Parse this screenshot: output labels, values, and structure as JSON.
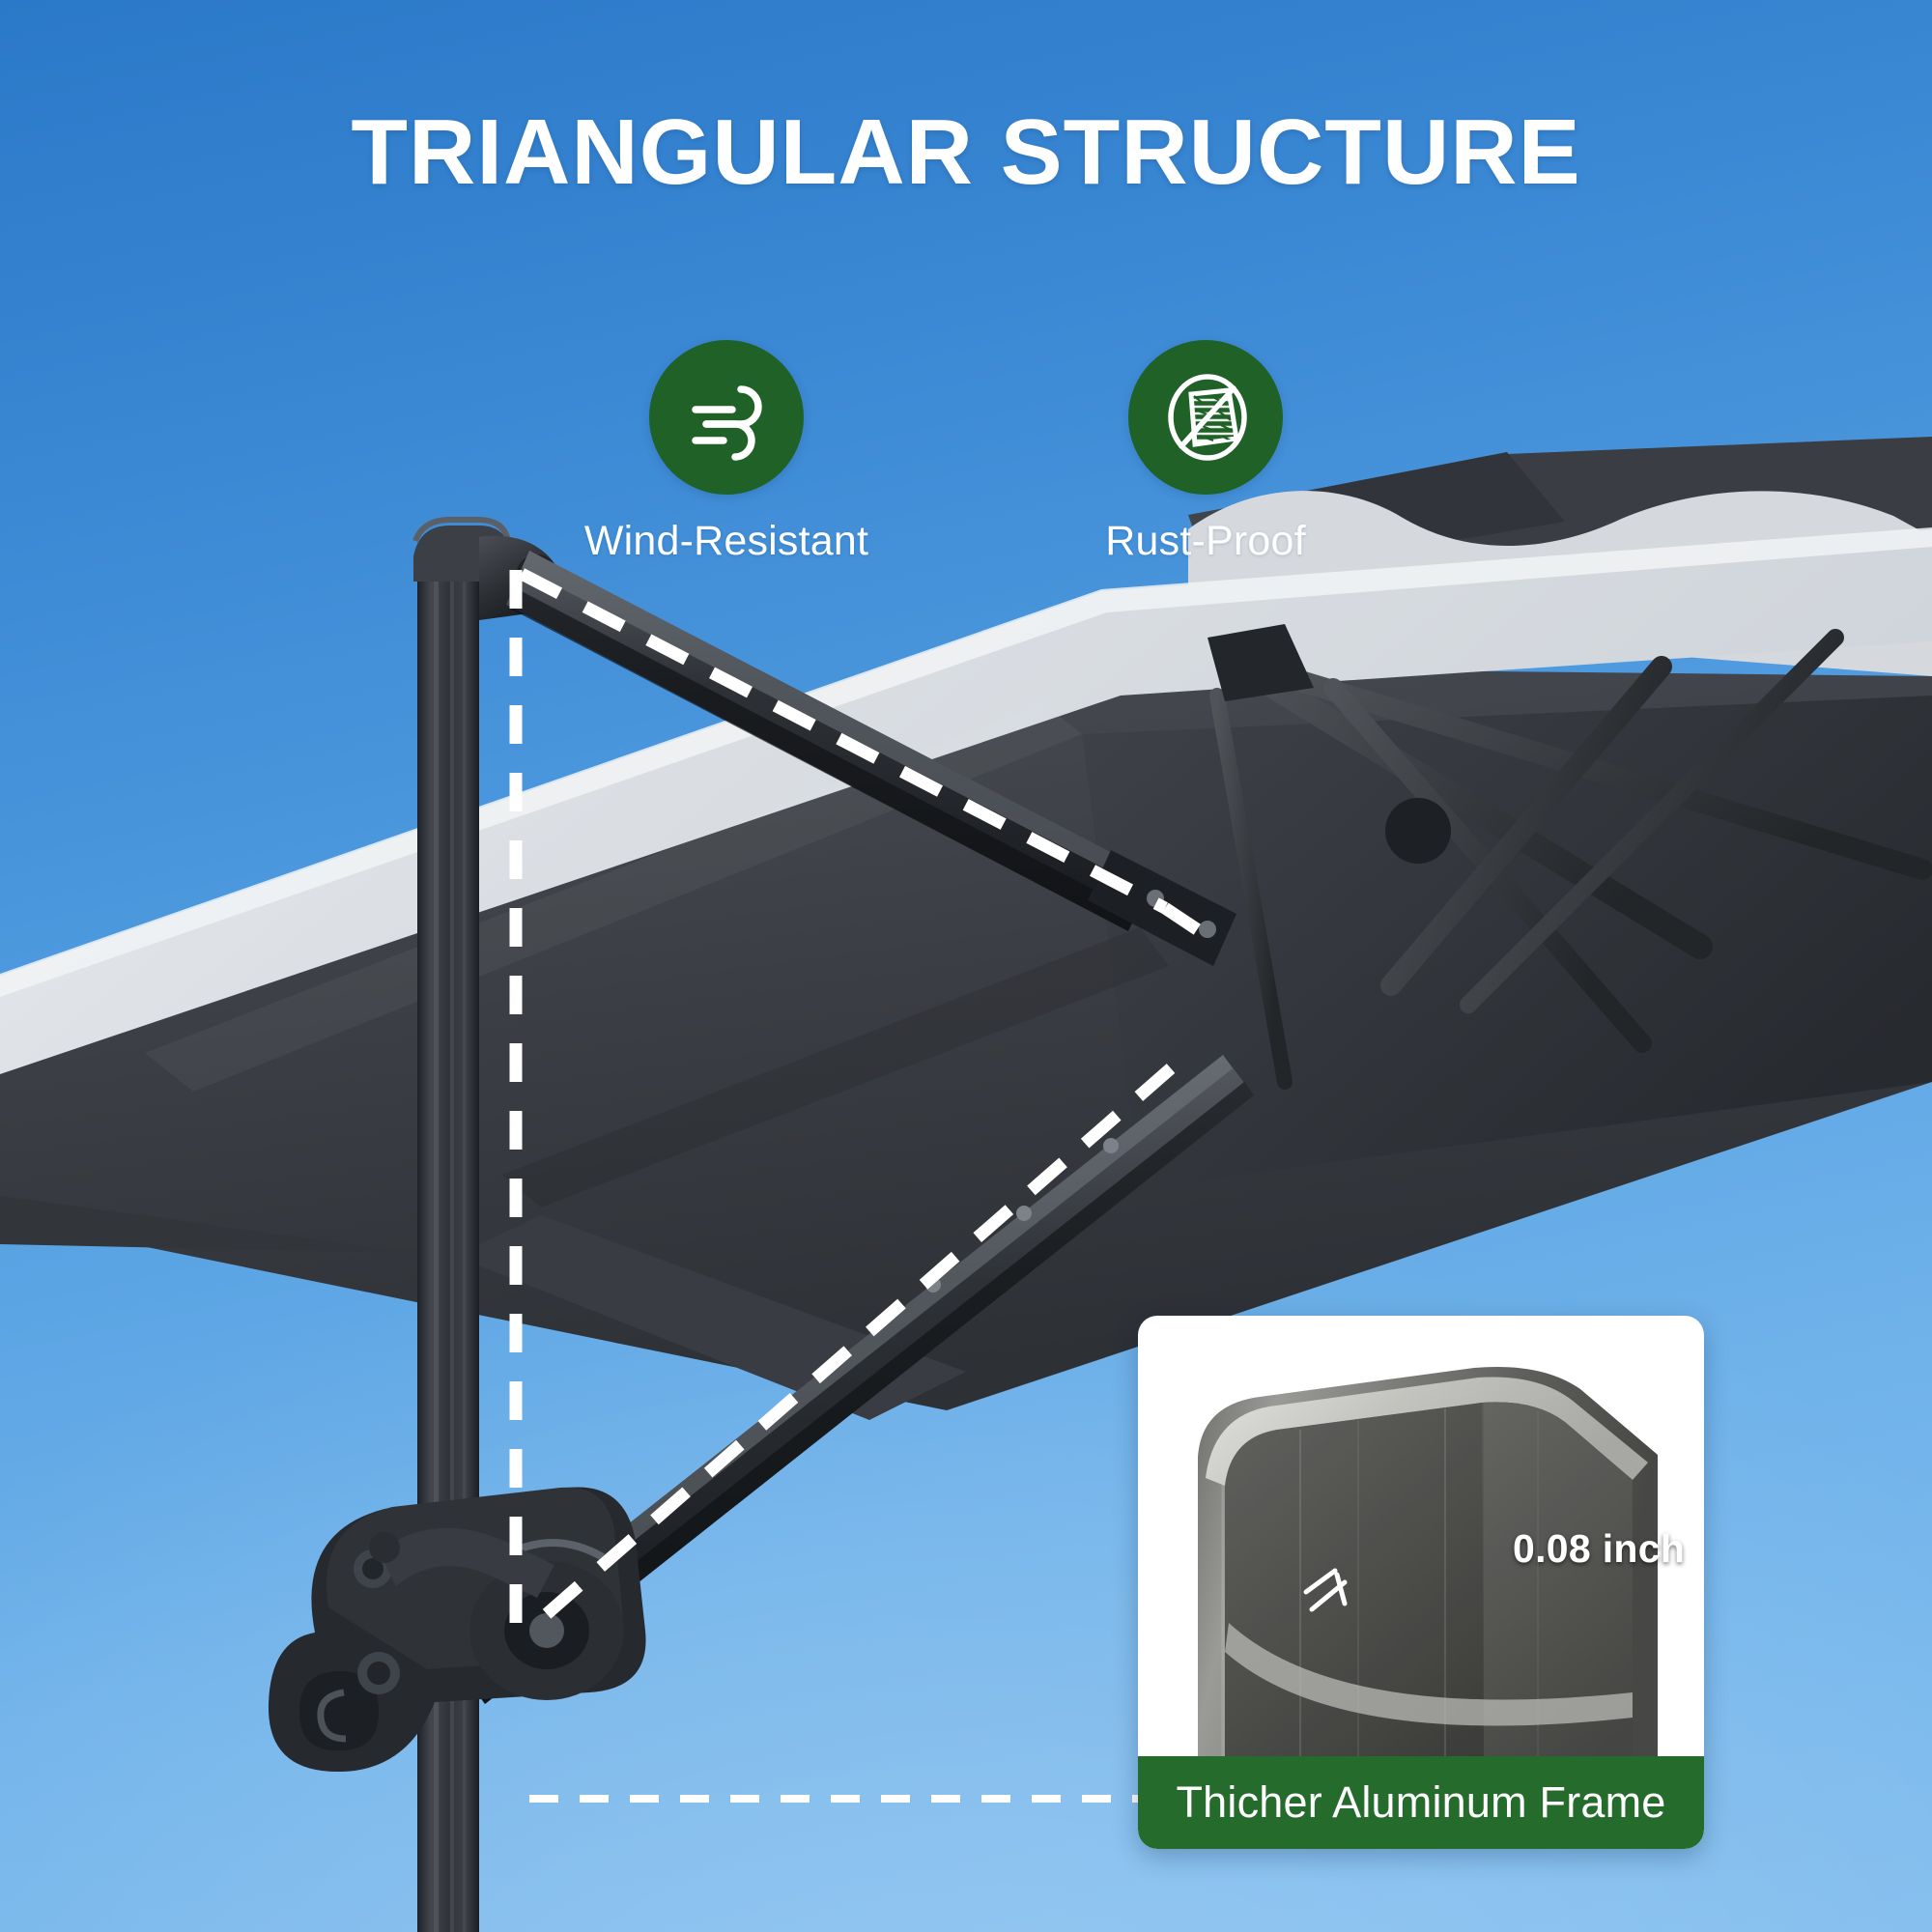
{
  "meta": {
    "headline": "TRIANGULAR STRUCTURE",
    "bg_top_color": "#2a79c8",
    "bg_bottom_color": "#7fbcee",
    "badge_green": "#1f6127",
    "bar_green": "#256b2c"
  },
  "badges": [
    {
      "id": "wind",
      "icon": "wind-icon",
      "label": "Wind-Resistant"
    },
    {
      "id": "rust",
      "icon": "no-rust-icon",
      "label": "Rust-Proof"
    }
  ],
  "inset": {
    "measure_label": "0.08 inch",
    "bar_label": "Thicher Aluminum Frame"
  },
  "product": {
    "canopy_top_color": "#d9dde2",
    "canopy_under_color": "#3a3d42",
    "frame_color": "#2e3136",
    "pole_color": "#34373c"
  }
}
